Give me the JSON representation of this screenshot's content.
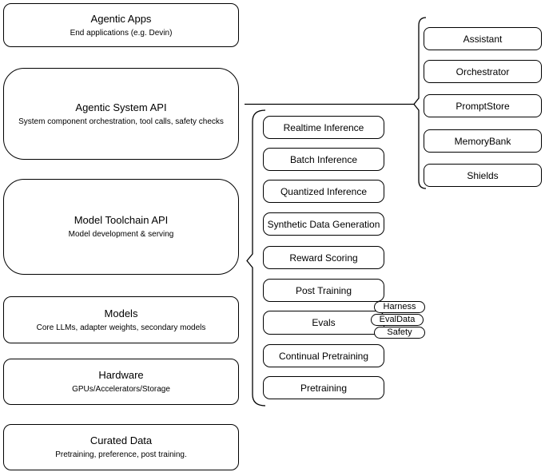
{
  "diagram": {
    "colors": {
      "stroke": "#000000",
      "fill": "#ffffff",
      "text": "#000000"
    },
    "left_column": [
      {
        "title": "Agentic Apps",
        "subtitle": "End applications (e.g. Devin)"
      },
      {
        "title": "Agentic System API",
        "subtitle": "System component orchestration, tool calls, safety checks"
      },
      {
        "title": "Model Toolchain API",
        "subtitle": "Model development & serving"
      },
      {
        "title": "Models",
        "subtitle": "Core LLMs, adapter weights, secondary models"
      },
      {
        "title": "Hardware",
        "subtitle": "GPUs/Accelerators/Storage"
      },
      {
        "title": "Curated Data",
        "subtitle": "Pretraining, preference, post training."
      }
    ],
    "toolchain_components": [
      "Realtime Inference",
      "Batch Inference",
      "Quantized Inference",
      "Synthetic Data Generation",
      "Reward Scoring",
      "Post Training",
      "Evals",
      "Continual Pretraining",
      "Pretraining"
    ],
    "eval_tags": [
      "Harness",
      "EvalData",
      "Safety"
    ],
    "agentic_components": [
      "Assistant",
      "Orchestrator",
      "PromptStore",
      "MemoryBank",
      "Shields"
    ]
  }
}
